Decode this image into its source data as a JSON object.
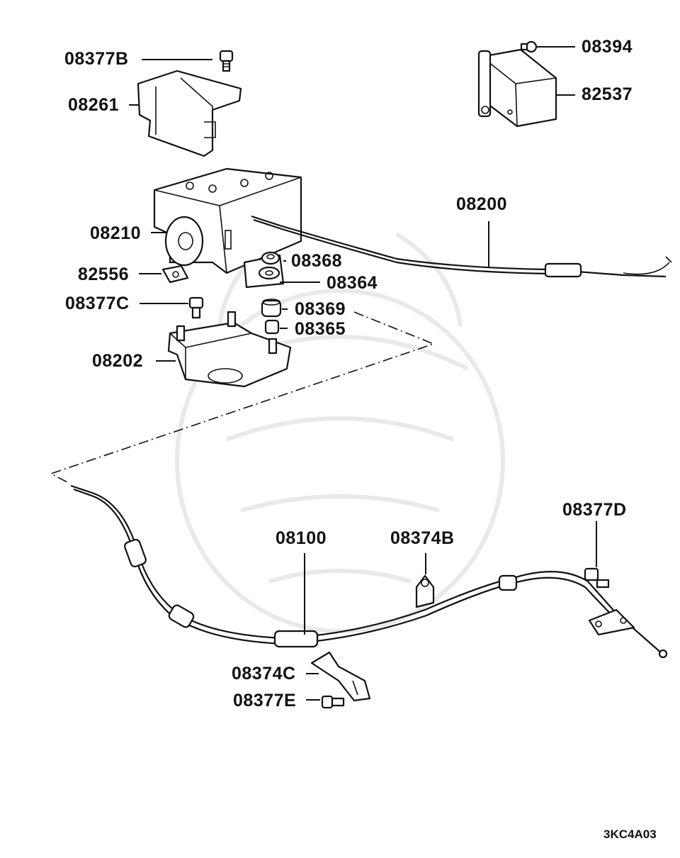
{
  "diagram": {
    "drawing_code": "3KC4A03",
    "parts": {
      "p08377B": "08377B",
      "p08261": "08261",
      "p08394": "08394",
      "p82537": "82537",
      "p08200": "08200",
      "p08210": "08210",
      "p08368": "08368",
      "p82556": "82556",
      "p08364": "08364",
      "p08377C": "08377C",
      "p08369": "08369",
      "p08365": "08365",
      "p08202": "08202",
      "p08377D": "08377D",
      "p08100": "08100",
      "p08374B": "08374B",
      "p08374C": "08374C",
      "p08377E": "08377E"
    }
  }
}
